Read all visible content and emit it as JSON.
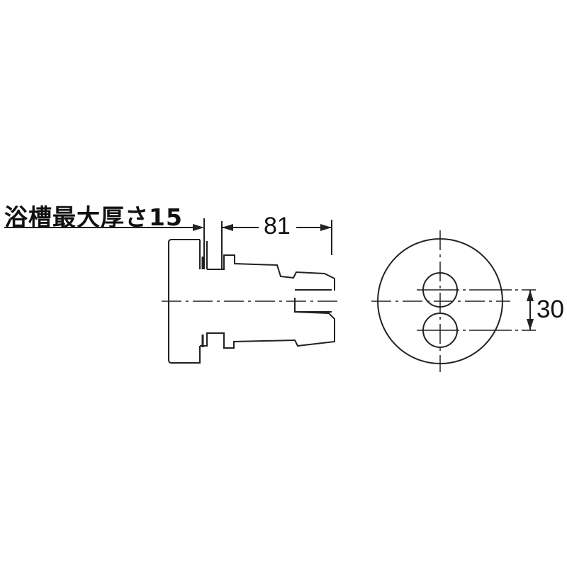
{
  "drawing": {
    "side_view": {
      "label_thickness": "浴槽最大厚さ15",
      "dim_length": "81"
    },
    "front_view": {
      "dim_hole_spacing": "30"
    },
    "colors": {
      "line": "#222222",
      "background": "#ffffff"
    }
  }
}
